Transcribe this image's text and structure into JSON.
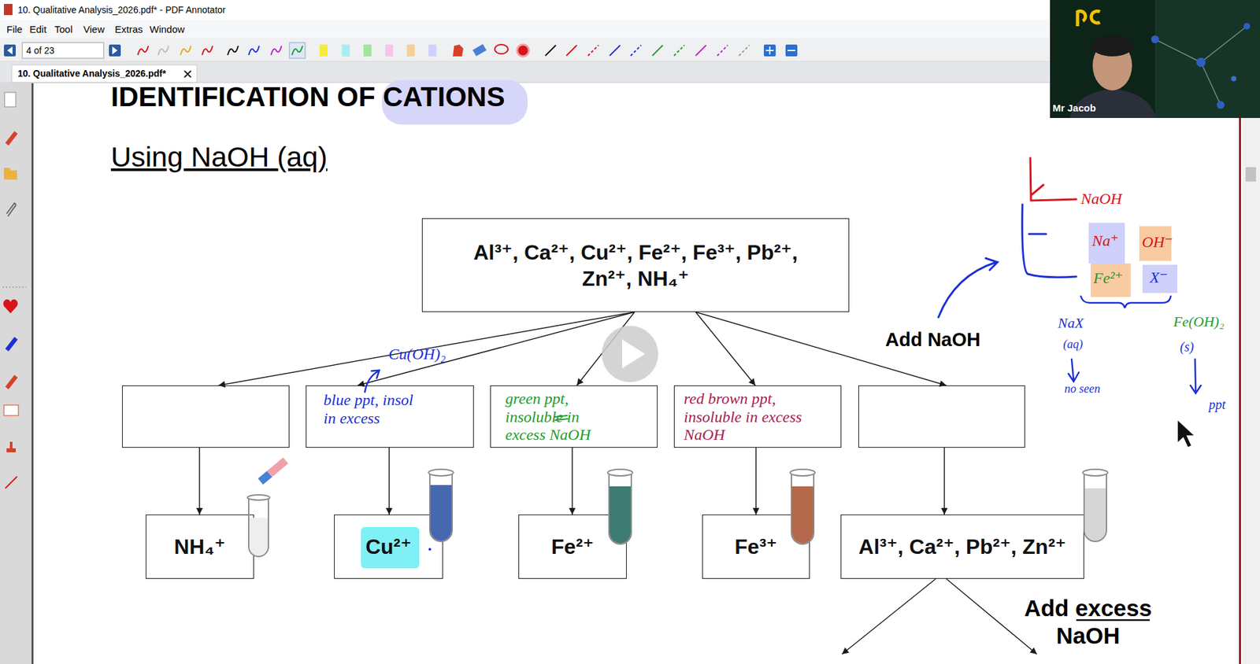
{
  "diagram": {
    "title": "IDENTIFICATION OF CATIONS",
    "nodes": [
      {
        "text": [
          "Al³⁺, Ca²⁺, Cu²⁺, Fe²⁺, Fe³⁺, Pb²⁺, Zn²⁺, NH₄⁺"
        ]
      },
      {
        "text": []
      },
      {
        "text": [
          "blue ppt, insol in excess"
        ]
      },
      {
        "text": [
          "green ppt, insoluble in excess NaOH"
        ]
      },
      {
        "text": [
          "red brown ppt, insoluble in excess NaOH"
        ]
      },
      {
        "text": []
      },
      {
        "text": [
          "NH₄⁺"
        ]
      },
      {
        "text": [
          "Cu²⁺"
        ]
      },
      {
        "text": [
          "Fe²⁺"
        ]
      },
      {
        "text": [
          "Fe³⁺"
        ]
      },
      {
        "text": [
          "Al³⁺, Ca²⁺, Pb²⁺, Zn²⁺"
        ]
      }
    ],
    "edges": [
      {
        "from": 0,
        "to": 1,
        "arrow": "to"
      },
      {
        "from": 0,
        "to": 2,
        "arrow": "to"
      },
      {
        "from": 0,
        "to": 3,
        "arrow": "to"
      },
      {
        "from": 0,
        "to": 4,
        "arrow": "to"
      },
      {
        "from": 0,
        "to": 5,
        "arrow": "to"
      },
      {
        "from": 1,
        "to": 6,
        "arrow": "to"
      },
      {
        "from": 2,
        "to": 7,
        "arrow": "to"
      },
      {
        "from": 3,
        "to": 8,
        "arrow": "to"
      },
      {
        "from": 4,
        "to": 9,
        "arrow": "to"
      },
      {
        "from": 5,
        "to": 10,
        "arrow": "to"
      }
    ],
    "labels": [
      "10. Qualitative Analysis_2026.pdf* - PDF Annotator",
      "File",
      "Edit",
      "Tool",
      "View",
      "Extras",
      "Window",
      "4 of 23",
      "10. Qualitative Analysis_2026.pdf*",
      "Mr Jacob",
      "Using NaOH (aq)",
      "Add NaOH",
      "Add excess NaOH",
      "Cu(OH)₂",
      "NaOH",
      "Na⁺",
      "OH⁻",
      "Fe²⁺",
      "X⁻",
      "NaX",
      "(aq)",
      "no seen",
      "Fe(OH)₂",
      "(s)",
      "ppt"
    ]
  }
}
